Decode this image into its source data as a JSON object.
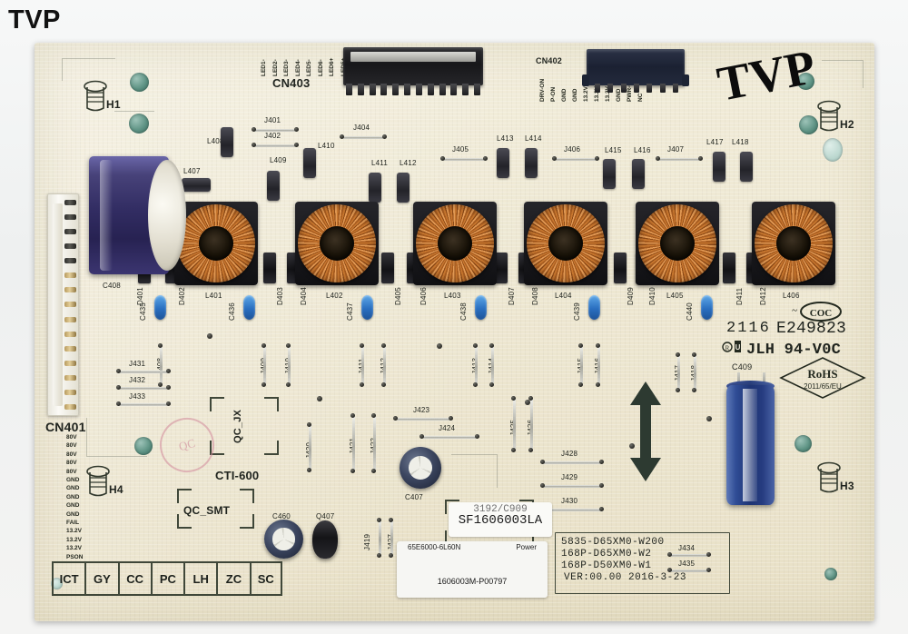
{
  "watermark": "TVP",
  "board": {
    "handwritten_marker": "TVP",
    "part_numbers": [
      "5835-D65XM0-W200",
      "168P-D65XM0-W2",
      "168P-D50XM0-W1",
      "VER:00.00  2016-3-23"
    ],
    "barcode_label": {
      "model": "65E6000-6L60N",
      "type": "Power",
      "number": "1606003M-P00797"
    },
    "white_label": {
      "line1": "3192/C909",
      "line2": "SF1606003LA"
    },
    "certification": {
      "date_code": "2116",
      "ul_file": "E249823",
      "flammability": "JLH 94-V0C",
      "rohs": "RoHS",
      "rohs_sub": "2011/65/EU",
      "coc": "COC"
    },
    "silk_marks": {
      "qc_jx": "QC_JX",
      "cti": "CTI-600",
      "qc_smt": "QC_SMT",
      "stamp": "QC"
    },
    "screw_holes": [
      "H1",
      "H2",
      "H3",
      "H4"
    ],
    "test_points": [
      "ICT",
      "GY",
      "CC",
      "PC",
      "LH",
      "ZC",
      "SC"
    ],
    "connectors": {
      "cn401": {
        "name": "CN401",
        "pins": [
          "80V",
          "80V",
          "80V",
          "80V",
          "80V",
          "GND",
          "GND",
          "GND",
          "GND",
          "GND",
          "FAIL",
          "13.2V",
          "13.2V",
          "13.2V",
          "PSON"
        ]
      },
      "cn402": {
        "name": "CN402",
        "pins": [
          "DRV-ON",
          "P-ON",
          "GND",
          "GND",
          "13.2V",
          "13.2V",
          "13.2V",
          "GND",
          "PWR-ON",
          "NC"
        ]
      },
      "cn403": {
        "name": "CN403",
        "pins": [
          "LED1-",
          "LED2-",
          "LED3-",
          "LED4-",
          "LED5-",
          "LED6-",
          "LED6+",
          "LED5+",
          "LED4+",
          "LED3+",
          "LED2+",
          "LED1+"
        ]
      }
    },
    "inductors": [
      "L401",
      "L402",
      "L403",
      "L404",
      "L405",
      "L406",
      "L407",
      "L408",
      "L409",
      "L410",
      "L411",
      "L412",
      "L413",
      "L414",
      "L415",
      "L416",
      "L417",
      "L418"
    ],
    "capacitors": [
      "C408",
      "C409",
      "C407",
      "C460",
      "C435",
      "C436",
      "C437",
      "C438",
      "C439",
      "C440"
    ],
    "diodes": [
      "D401",
      "D402",
      "D403",
      "D404",
      "D405",
      "D406",
      "D407",
      "D408",
      "D409",
      "D410",
      "D411",
      "D412"
    ],
    "transistors": [
      "Q407"
    ],
    "jumpers": [
      "J401",
      "J402",
      "J404",
      "J405",
      "J406",
      "J407",
      "J408",
      "J409",
      "J410",
      "J411",
      "J412",
      "J413",
      "J414",
      "J415",
      "J416",
      "J417",
      "J418",
      "J419",
      "J420",
      "J421",
      "J422",
      "J423",
      "J424",
      "J425",
      "J426",
      "J427",
      "J428",
      "J429",
      "J430",
      "J431",
      "J432",
      "J433",
      "J434",
      "J435"
    ]
  },
  "colors": {
    "pcb": "#ece5ce",
    "copper": "#c8772f",
    "silkscreen": "#20241f",
    "cap_purple": "#322d63",
    "cap_blue": "#1e3474",
    "testpad_green": "#5e9384",
    "film_cap_blue": "#2a6fc0"
  }
}
